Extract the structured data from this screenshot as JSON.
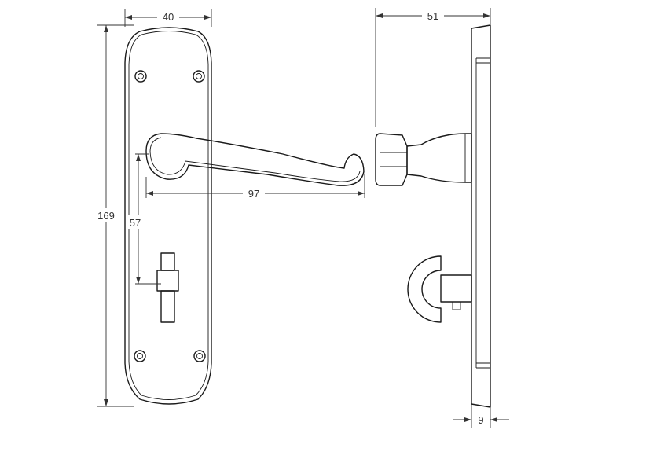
{
  "dimensions": {
    "width": "40",
    "height": "169",
    "lever_length": "97",
    "centres": "57",
    "projection": "51",
    "plate_thickness": "9"
  }
}
